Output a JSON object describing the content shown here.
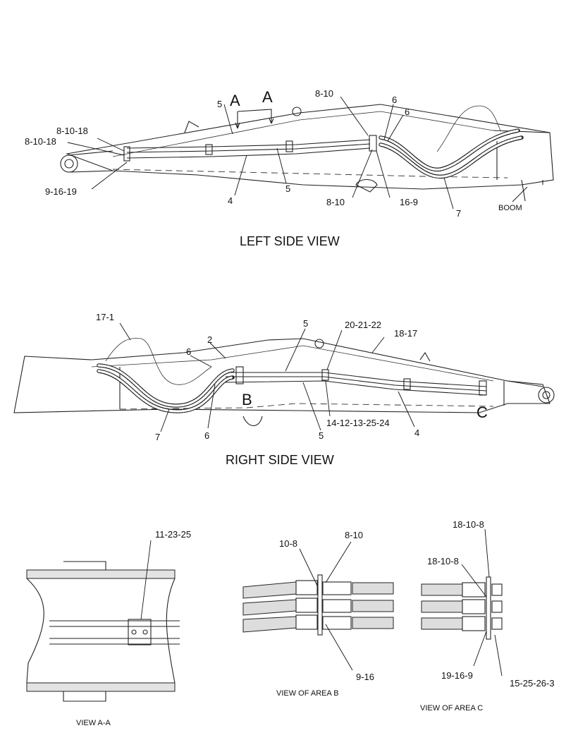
{
  "views": {
    "left_side": {
      "title": "LEFT SIDE VIEW",
      "boom_label": "BOOM",
      "section_markers": [
        "A",
        "A"
      ],
      "callouts": [
        "8-10-18",
        "8-10-18",
        "9-16-19",
        "5",
        "4",
        "5",
        "8-10",
        "6",
        "6",
        "8-10",
        "16-9",
        "7"
      ]
    },
    "right_side": {
      "title": "RIGHT SIDE VIEW",
      "area_markers": [
        "B",
        "C"
      ],
      "callouts": [
        "17-1",
        "2",
        "6",
        "5",
        "20-21-22",
        "18-17",
        "7",
        "6",
        "5",
        "14-12-13-25-24",
        "4"
      ]
    },
    "section_aa": {
      "title": "VIEW A-A",
      "callouts": [
        "11-23-25"
      ]
    },
    "area_b": {
      "title": "VIEW OF AREA  B",
      "callouts": [
        "10-8",
        "8-10",
        "9-16"
      ]
    },
    "area_c": {
      "title": "VIEW OF AREA  C",
      "callouts": [
        "18-10-8",
        "18-10-8",
        "19-16-9",
        "15-25-26-3"
      ]
    }
  }
}
